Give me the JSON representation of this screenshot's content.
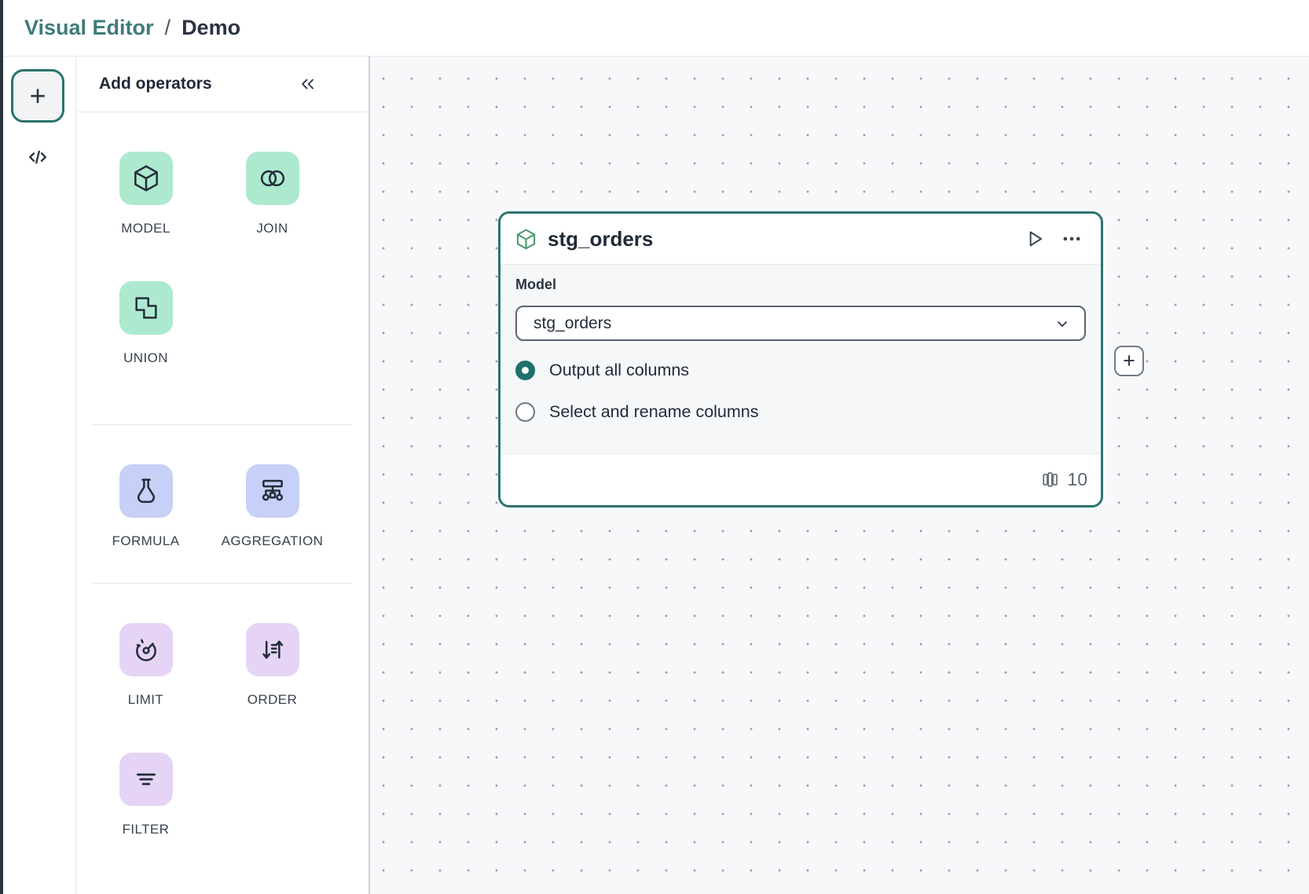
{
  "header": {
    "breadcrumb": {
      "section": "Visual Editor",
      "separator": "/",
      "page": "Demo"
    }
  },
  "rail": {
    "add_label": "+",
    "icons": [
      "plus-icon",
      "code-icon"
    ]
  },
  "panel": {
    "title": "Add operators",
    "collapse_icon": "chevrons-left-icon",
    "groups": [
      {
        "items": [
          {
            "label": "MODEL",
            "icon": "cube-icon",
            "bg": "#ade9cf"
          },
          {
            "label": "JOIN",
            "icon": "venn-circles-icon",
            "bg": "#ade9cf"
          },
          {
            "label": "UNION",
            "icon": "union-squares-icon",
            "bg": "#ade9cf"
          }
        ]
      },
      {
        "items": [
          {
            "label": "FORMULA",
            "icon": "flask-icon",
            "bg": "#c7d0f7"
          },
          {
            "label": "AGGREGATION",
            "icon": "hierarchy-icon",
            "bg": "#c7d0f7"
          }
        ]
      },
      {
        "items": [
          {
            "label": "LIMIT",
            "icon": "gauge-icon",
            "bg": "#e6d4f6"
          },
          {
            "label": "ORDER",
            "icon": "sort-arrows-icon",
            "bg": "#e6d4f6"
          },
          {
            "label": "FILTER",
            "icon": "filter-lines-icon",
            "bg": "#e6d4f6"
          }
        ]
      }
    ]
  },
  "canvas": {
    "node": {
      "title": "stg_orders",
      "header_icons": [
        "cube-icon",
        "run-icon",
        "more-menu-icon"
      ],
      "model_label": "Model",
      "select_value": "stg_orders",
      "radios": [
        {
          "label": "Output all columns",
          "selected": true
        },
        {
          "label": "Select and rename columns",
          "selected": false
        }
      ],
      "column_count": "10",
      "footer_icon": "columns-icon"
    },
    "connector_label": "+"
  },
  "colors": {
    "accent_teal": "#2b7370",
    "link_teal": "#3e7b79",
    "dark_text": "#2b3442",
    "green_tile_bg": "#ade9cf",
    "blue_tile_bg": "#c7d0f7",
    "purple_tile_bg": "#e6d4f6",
    "canvas_bg": "#f7f8fa",
    "node_body_bg": "#f5f7f9"
  }
}
